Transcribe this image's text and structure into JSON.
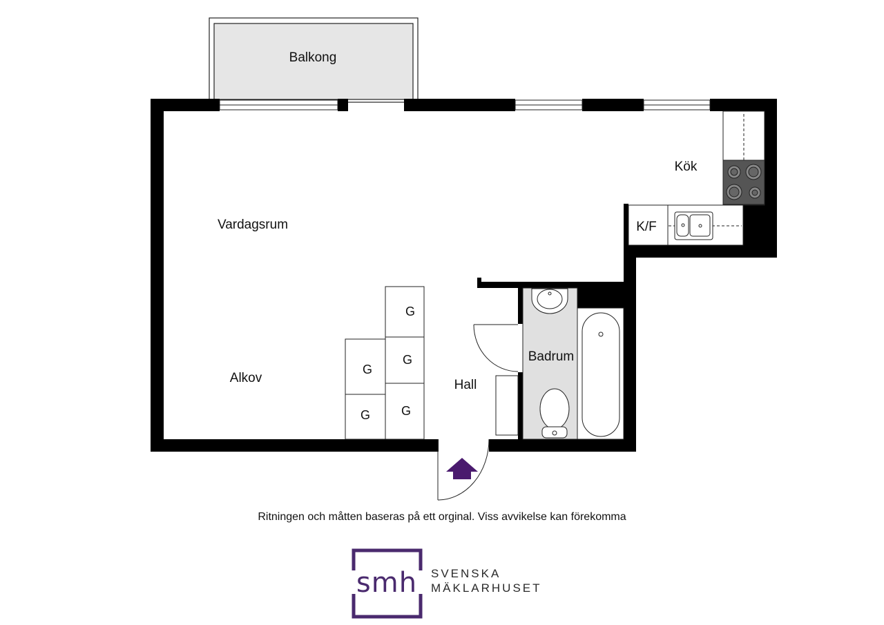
{
  "rooms": {
    "balcony": "Balkong",
    "living": "Vardagsrum",
    "alcove": "Alkov",
    "kitchen": "Kök",
    "fridge_freezer": "K/F",
    "hall": "Hall",
    "bathroom": "Badrum"
  },
  "wardrobe_label": "G",
  "disclaimer": "Ritningen och måtten baseras på ett orginal. Viss avvikelse kan förekomma",
  "logo": {
    "mark": "smh",
    "line1": "SVENSKA",
    "line2": "MÄKLARHUSET",
    "color": "#4a2a6e"
  },
  "colors": {
    "wall": "#000000",
    "entrance_arrow": "#4a1a6e",
    "balcony_fill": "#e6e6e6",
    "bathroom_fill": "#e0e0e0",
    "stove_fill": "#555555"
  },
  "icons": [
    "entrance-arrow-icon",
    "stove-icon",
    "sink-icon",
    "toilet-icon",
    "bathtub-icon",
    "washbasin-icon"
  ]
}
